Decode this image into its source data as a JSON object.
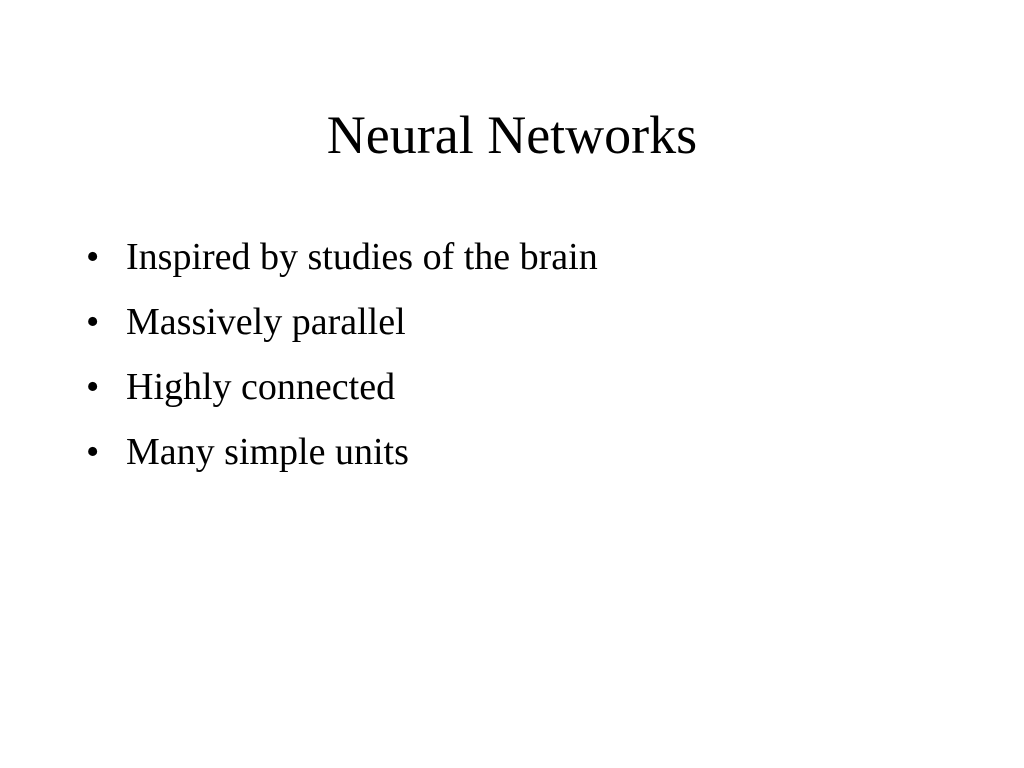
{
  "slide": {
    "title": "Neural Networks",
    "bullet_marker": "•",
    "bullets": [
      "Inspired by studies of the brain",
      "Massively parallel",
      "Highly connected",
      "Many simple units"
    ]
  },
  "colors": {
    "background": "#ffffff",
    "text": "#000000"
  }
}
